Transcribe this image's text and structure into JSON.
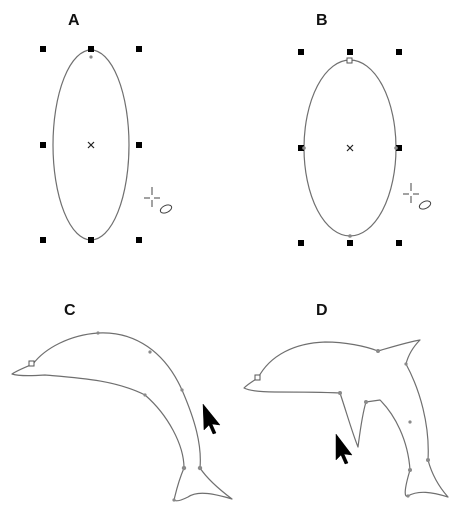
{
  "panels": {
    "a": {
      "label": "A"
    },
    "b": {
      "label": "B"
    },
    "c": {
      "label": "C"
    },
    "d": {
      "label": "D"
    }
  },
  "icons": {
    "selection_handle": "square-handle",
    "center_marker": "x-mark",
    "ellipse_tool_cursor": "crosshair-ellipse-cursor",
    "pointer_cursor": "arrow-pointer-cursor",
    "shape_node": "node-dot",
    "start_node": "hollow-square-node"
  },
  "colors": {
    "outline": "#6f6f6f",
    "handle": "#000000",
    "label": "#111111",
    "background": "#ffffff"
  }
}
